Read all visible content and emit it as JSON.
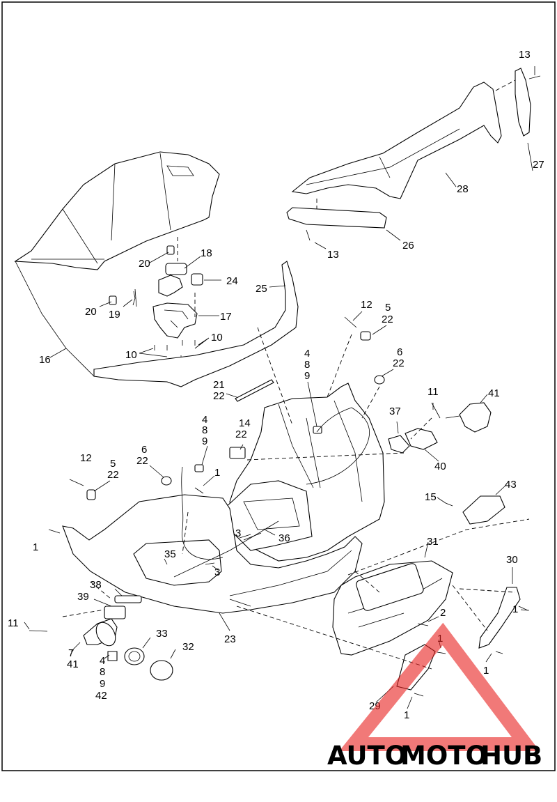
{
  "labels": {
    "l13a": "13",
    "l27": "27",
    "l28": "28",
    "l26": "26",
    "l13b": "13",
    "l18": "18",
    "l20a": "20",
    "l24": "24",
    "l25": "25",
    "l20b": "20",
    "l19": "19",
    "l17": "17",
    "l10a": "10",
    "l10b": "10",
    "l16": "16",
    "l12a": "12",
    "l5a": "5",
    "l22a": "22",
    "l4a": "4",
    "l8a": "8",
    "l9a": "9",
    "l6a": "6",
    "l22b": "22",
    "l21": "21",
    "l22c": "22",
    "l11a": "11",
    "l41a": "41",
    "l4b": "4",
    "l8b": "8",
    "l9b": "9",
    "l14": "14",
    "l22d": "22",
    "l37": "37",
    "l40": "40",
    "l12b": "12",
    "l5b": "5",
    "l22e": "22",
    "l6b": "6",
    "l22f": "22",
    "l1a": "1",
    "l1b": "1",
    "l15": "15",
    "l43": "43",
    "l3a": "3",
    "l36": "36",
    "l31": "31",
    "l35": "35",
    "l3b": "3",
    "l30": "30",
    "l38": "38",
    "l39": "39",
    "l2": "2",
    "l1c": "1",
    "l1d": "1",
    "l1e": "1",
    "l11b": "11",
    "l23": "23",
    "l33": "33",
    "l32": "32",
    "l7": "7",
    "l41b": "41",
    "l4c": "4",
    "l8c": "8",
    "l9c": "9",
    "l42": "42",
    "l29": "29",
    "l1f": "1"
  },
  "watermark": {
    "part1": "AUTO",
    "part2": "MOTO",
    "part3": "HUB",
    "color_red": "#e8211f",
    "color_orange": "#f5a42a",
    "color_gray": "#6d6d6d"
  }
}
